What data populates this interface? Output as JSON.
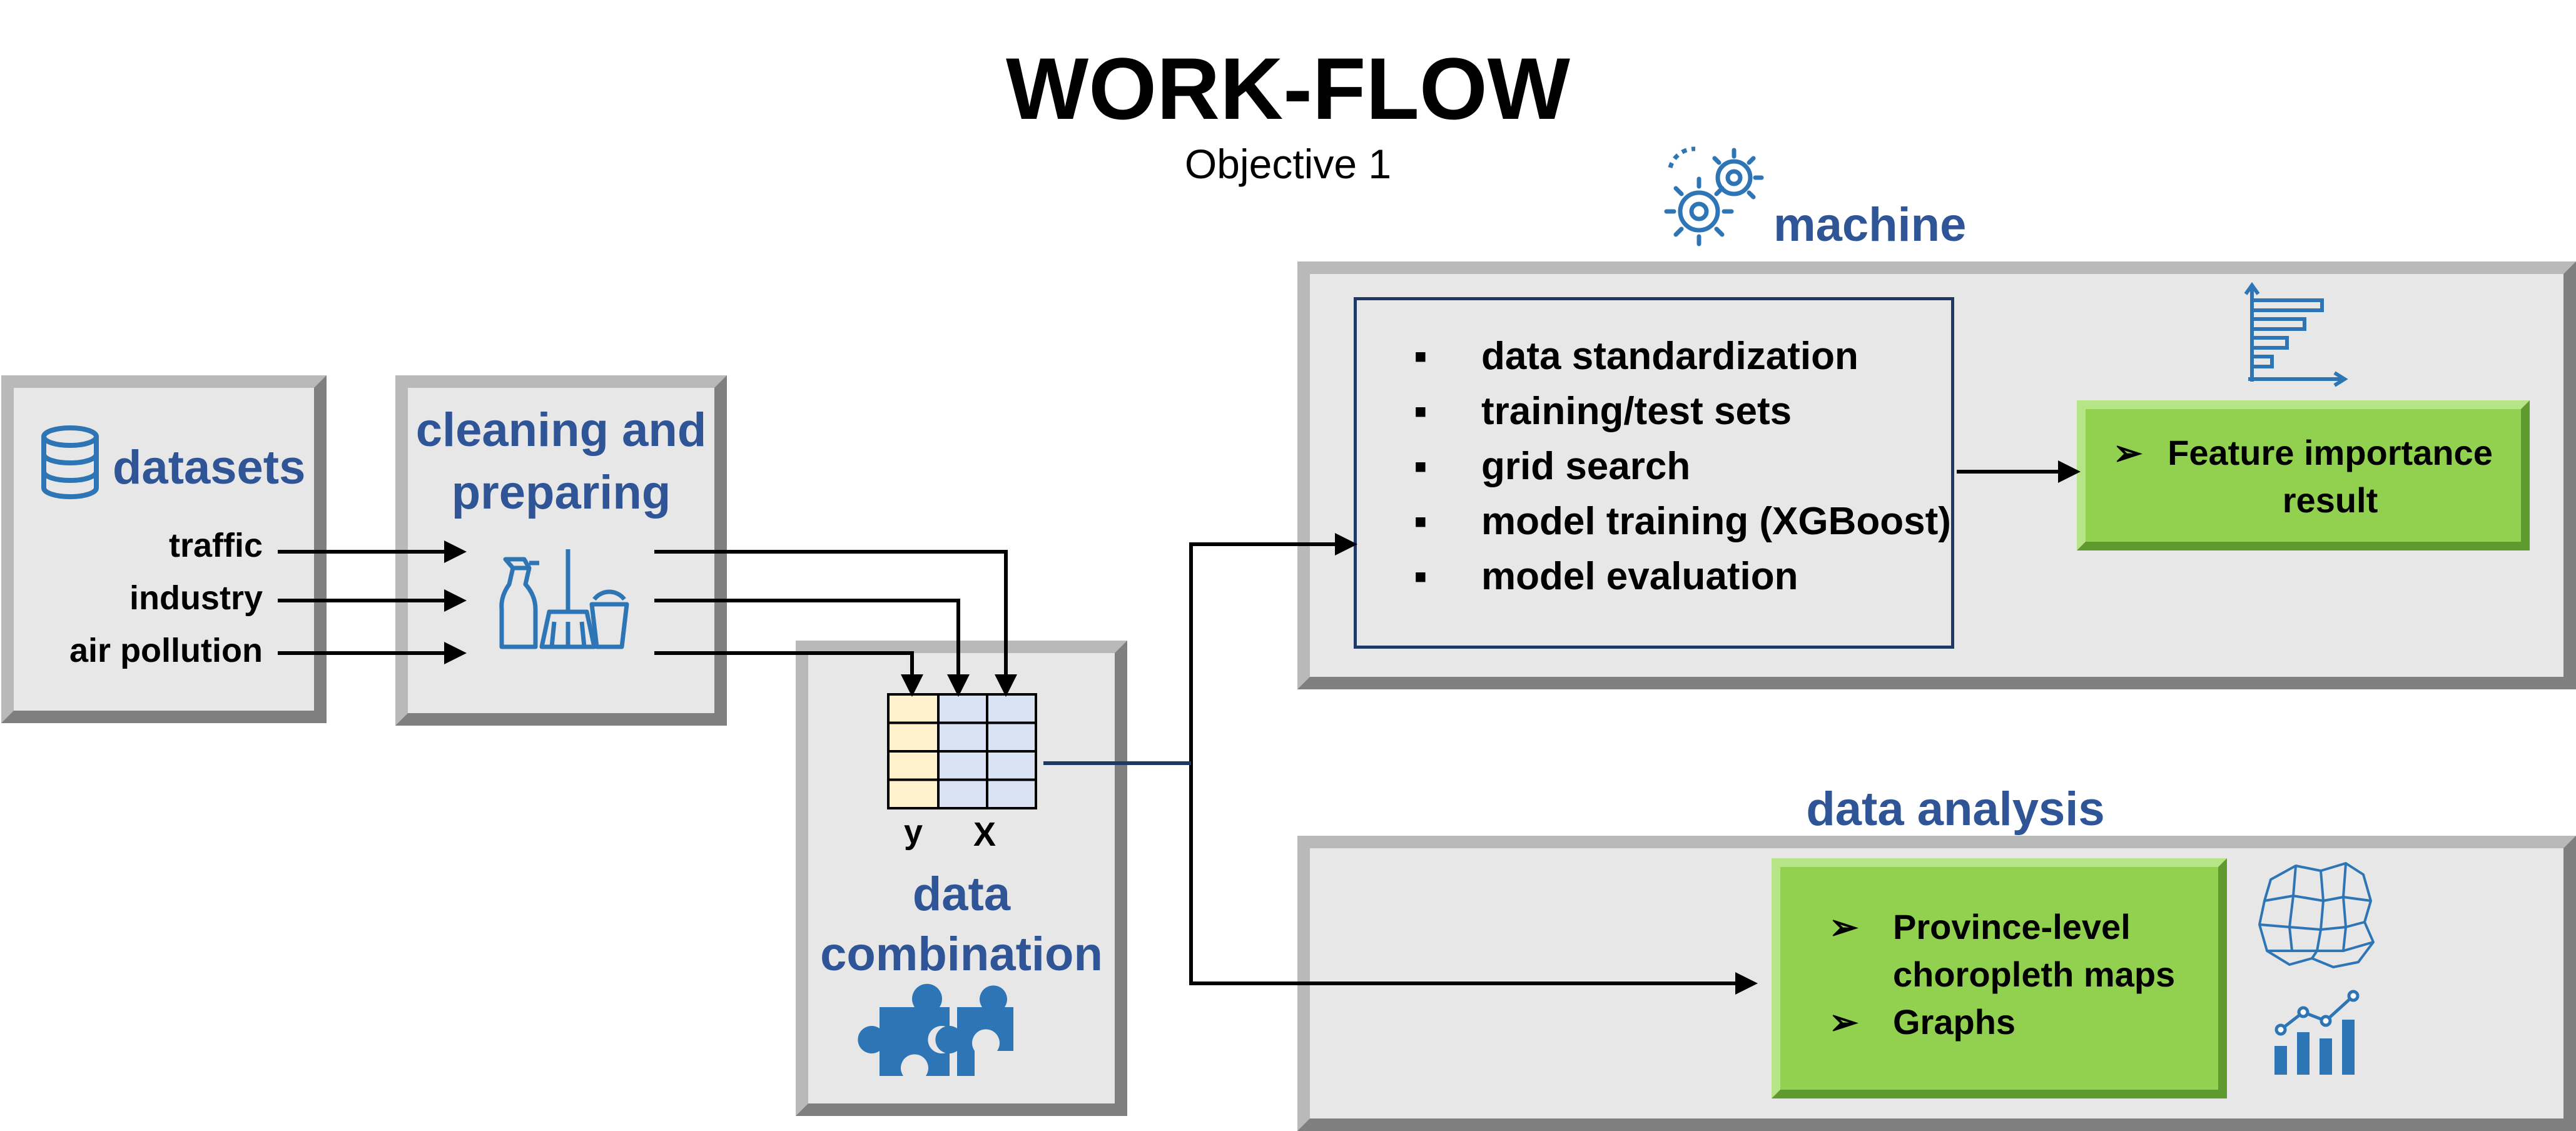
{
  "header": {
    "title": "WORK-FLOW",
    "subtitle": "Objective 1"
  },
  "datasets": {
    "title": "datasets",
    "items": [
      "traffic",
      "industry",
      "air pollution"
    ]
  },
  "cleaning": {
    "title_line1": "cleaning and",
    "title_line2": "preparing"
  },
  "combination": {
    "title_line1": "data",
    "title_line2": "combination",
    "y_label": "y",
    "x_label": "X"
  },
  "ml": {
    "title": "machine learning",
    "steps": [
      "data standardization",
      "training/test sets",
      "grid search",
      "model training (XGBoost)",
      "model evaluation"
    ],
    "result_line1": "Feature importance",
    "result_line2": "result"
  },
  "analysis": {
    "title": "data analysis",
    "items": [
      {
        "line1": "Province-level",
        "line2": "choropleth maps"
      },
      {
        "line1": "Graphs"
      }
    ]
  },
  "colors": {
    "accent": "#2f5597",
    "icon": "#2e75b6",
    "green": "#92d050",
    "panel": "#e7e7e7",
    "cell_y": "#fff2cc",
    "cell_x": "#dae3f3"
  }
}
